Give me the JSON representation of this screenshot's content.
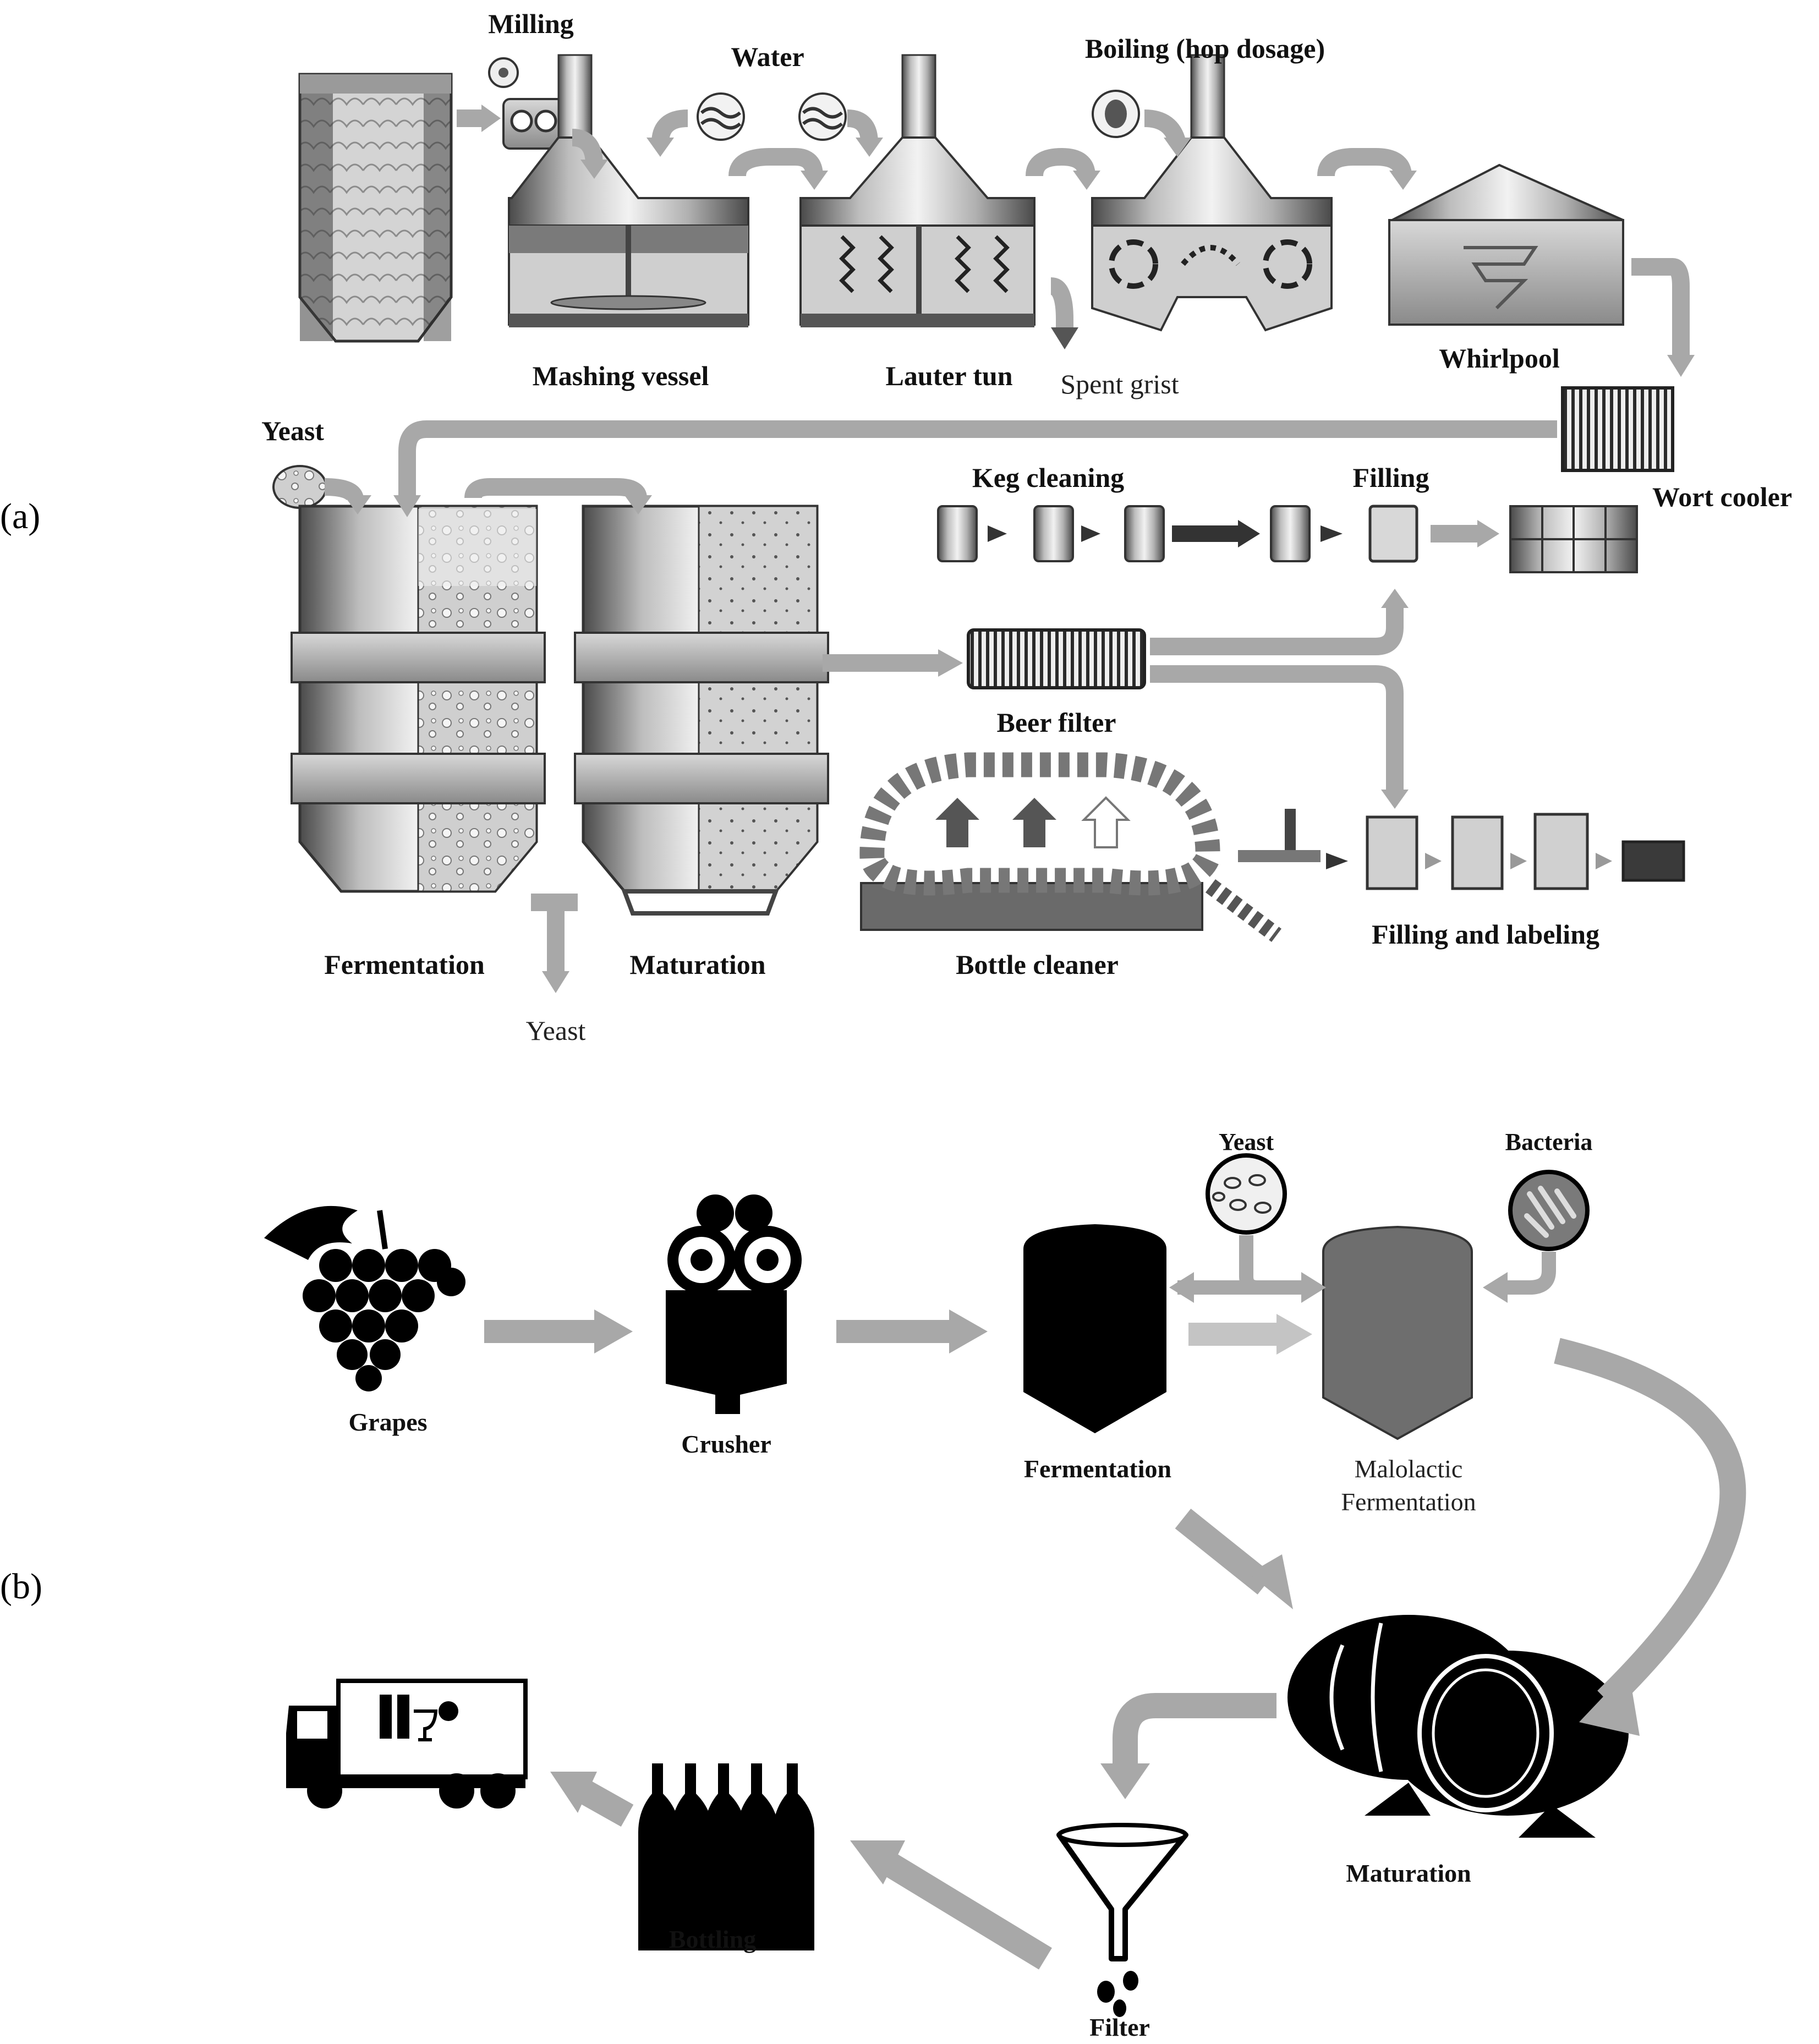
{
  "panels": {
    "a": {
      "tag": "(a)",
      "labels": {
        "milling": "Milling",
        "water": "Water",
        "boiling": "Boiling (hop dosage)",
        "mashing_vessel": "Mashing vessel",
        "lauter_tun": "Lauter tun",
        "spent_grist": "Spent grist",
        "whirlpool": "Whirlpool",
        "wort_cooler": "Wort cooler",
        "yeast_in": "Yeast",
        "keg_cleaning": "Keg cleaning",
        "filling": "Filling",
        "beer_filter": "Beer filter",
        "fermentation": "Fermentation",
        "maturation": "Maturation",
        "yeast_out": "Yeast",
        "bottle_cleaner": "Bottle cleaner",
        "filling_labeling": "Filling and labeling"
      }
    },
    "b": {
      "tag": "(b)",
      "labels": {
        "yeast": "Yeast",
        "bacteria": "Bacteria",
        "grapes": "Grapes",
        "crusher": "Crusher",
        "fermentation": "Fermentation",
        "malolactic_1": "Malolactic",
        "malolactic_2": "Fermentation",
        "maturation": "Maturation",
        "bottling": "Bottling",
        "filter": "Filter"
      }
    }
  },
  "colors": {
    "arrow": "#a8a8a8",
    "arrow_light": "#c4c4c4",
    "metal_dark": "#5a5a5a",
    "metal_light": "#e6e6e6",
    "ink": "#000000",
    "tank_gray": "#6e6e6e"
  }
}
